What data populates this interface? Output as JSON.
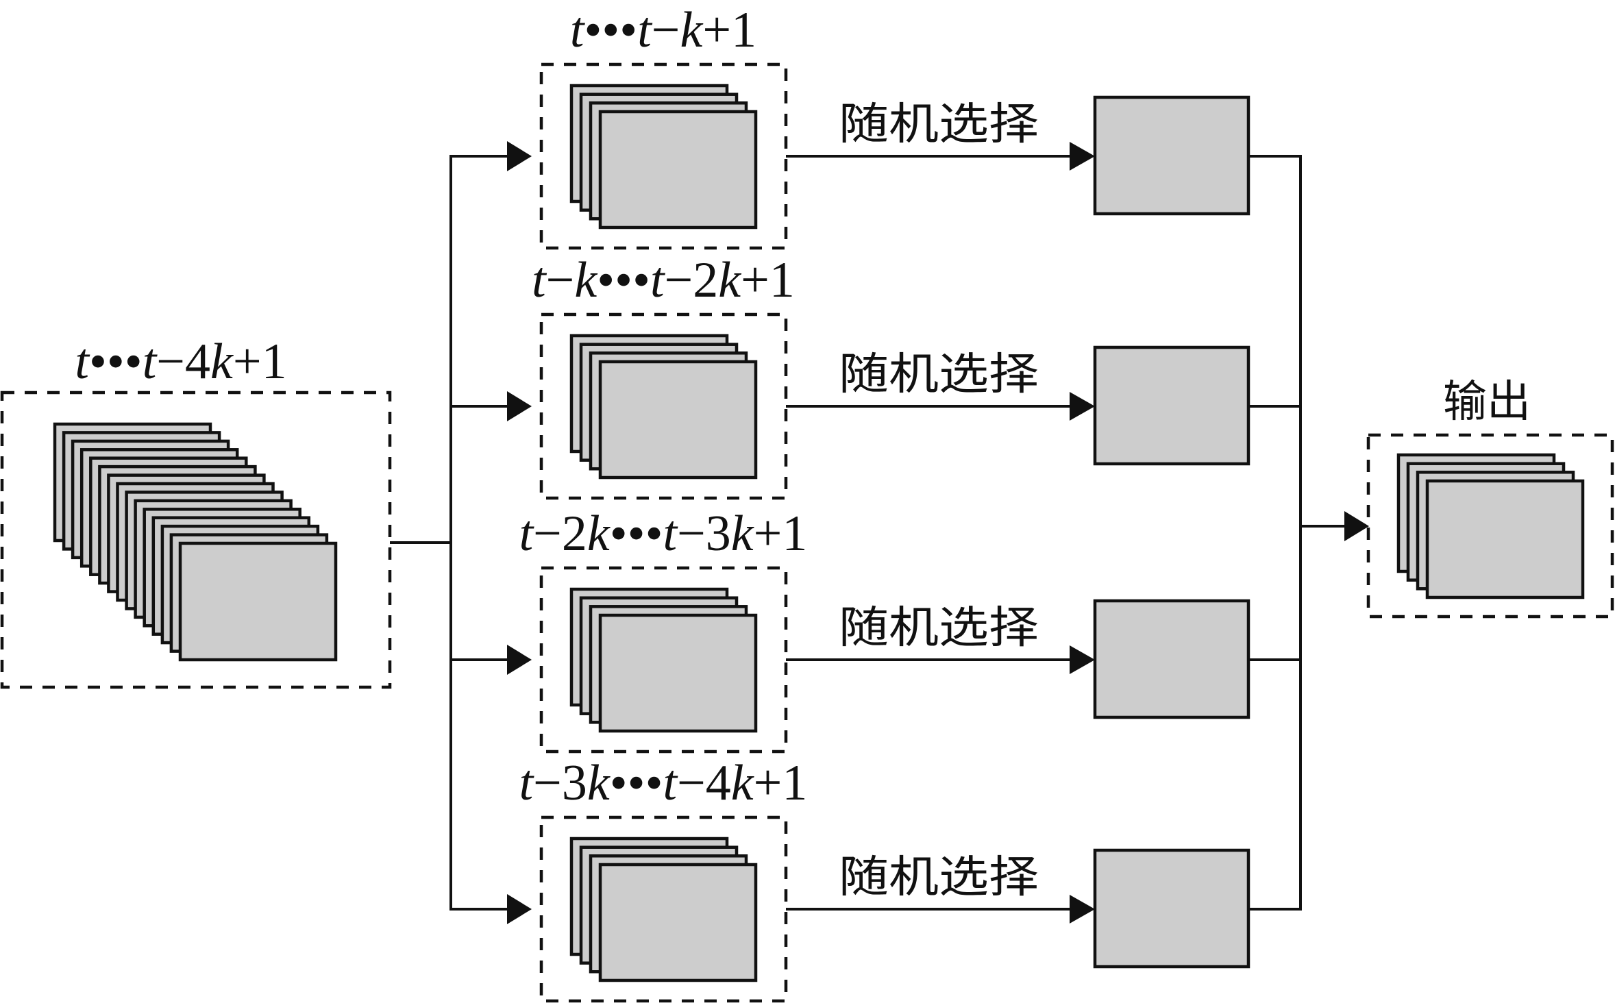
{
  "diagram": {
    "title": "",
    "input": {
      "label": "t···t−4k+1",
      "label_parts": [
        {
          "text": "t",
          "italic": true
        },
        {
          "text": "•••",
          "italic": false
        },
        {
          "text": "t",
          "italic": true
        },
        {
          "text": "−4",
          "italic": false
        },
        {
          "text": "k",
          "italic": true
        },
        {
          "text": "+1",
          "italic": false
        }
      ],
      "frame_count": 15
    },
    "branches": [
      {
        "label": "t···t−k+1",
        "label_parts": [
          {
            "text": "t",
            "italic": true
          },
          {
            "text": "•••",
            "italic": false
          },
          {
            "text": "t",
            "italic": true
          },
          {
            "text": "−",
            "italic": false
          },
          {
            "text": "k",
            "italic": true
          },
          {
            "text": "+1",
            "italic": false
          }
        ],
        "frame_count": 4,
        "edge_label": "随机选择"
      },
      {
        "label": "t−k···t−2k+1",
        "label_parts": [
          {
            "text": "t",
            "italic": true
          },
          {
            "text": "−",
            "italic": false
          },
          {
            "text": "k",
            "italic": true
          },
          {
            "text": "•••",
            "italic": false
          },
          {
            "text": "t",
            "italic": true
          },
          {
            "text": "−2",
            "italic": false
          },
          {
            "text": "k",
            "italic": true
          },
          {
            "text": "+1",
            "italic": false
          }
        ],
        "frame_count": 4,
        "edge_label": "随机选择"
      },
      {
        "label": "t−2k···t−3k+1",
        "label_parts": [
          {
            "text": "t",
            "italic": true
          },
          {
            "text": "−2",
            "italic": false
          },
          {
            "text": "k",
            "italic": true
          },
          {
            "text": "•••",
            "italic": false
          },
          {
            "text": "t",
            "italic": true
          },
          {
            "text": "−3",
            "italic": false
          },
          {
            "text": "k",
            "italic": true
          },
          {
            "text": "+1",
            "italic": false
          }
        ],
        "frame_count": 4,
        "edge_label": "随机选择"
      },
      {
        "label": "t−3k···t−4k+1",
        "label_parts": [
          {
            "text": "t",
            "italic": true
          },
          {
            "text": "−3",
            "italic": false
          },
          {
            "text": "k",
            "italic": true
          },
          {
            "text": "•••",
            "italic": false
          },
          {
            "text": "t",
            "italic": true
          },
          {
            "text": "−4",
            "italic": false
          },
          {
            "text": "k",
            "italic": true
          },
          {
            "text": "+1",
            "italic": false
          }
        ],
        "frame_count": 4,
        "edge_label": "随机选择"
      }
    ],
    "output": {
      "label": "输出",
      "frame_count": 4
    },
    "colors": {
      "stroke": "#111111",
      "frame_fill": "#cdcdcd",
      "background": "#ffffff"
    }
  }
}
